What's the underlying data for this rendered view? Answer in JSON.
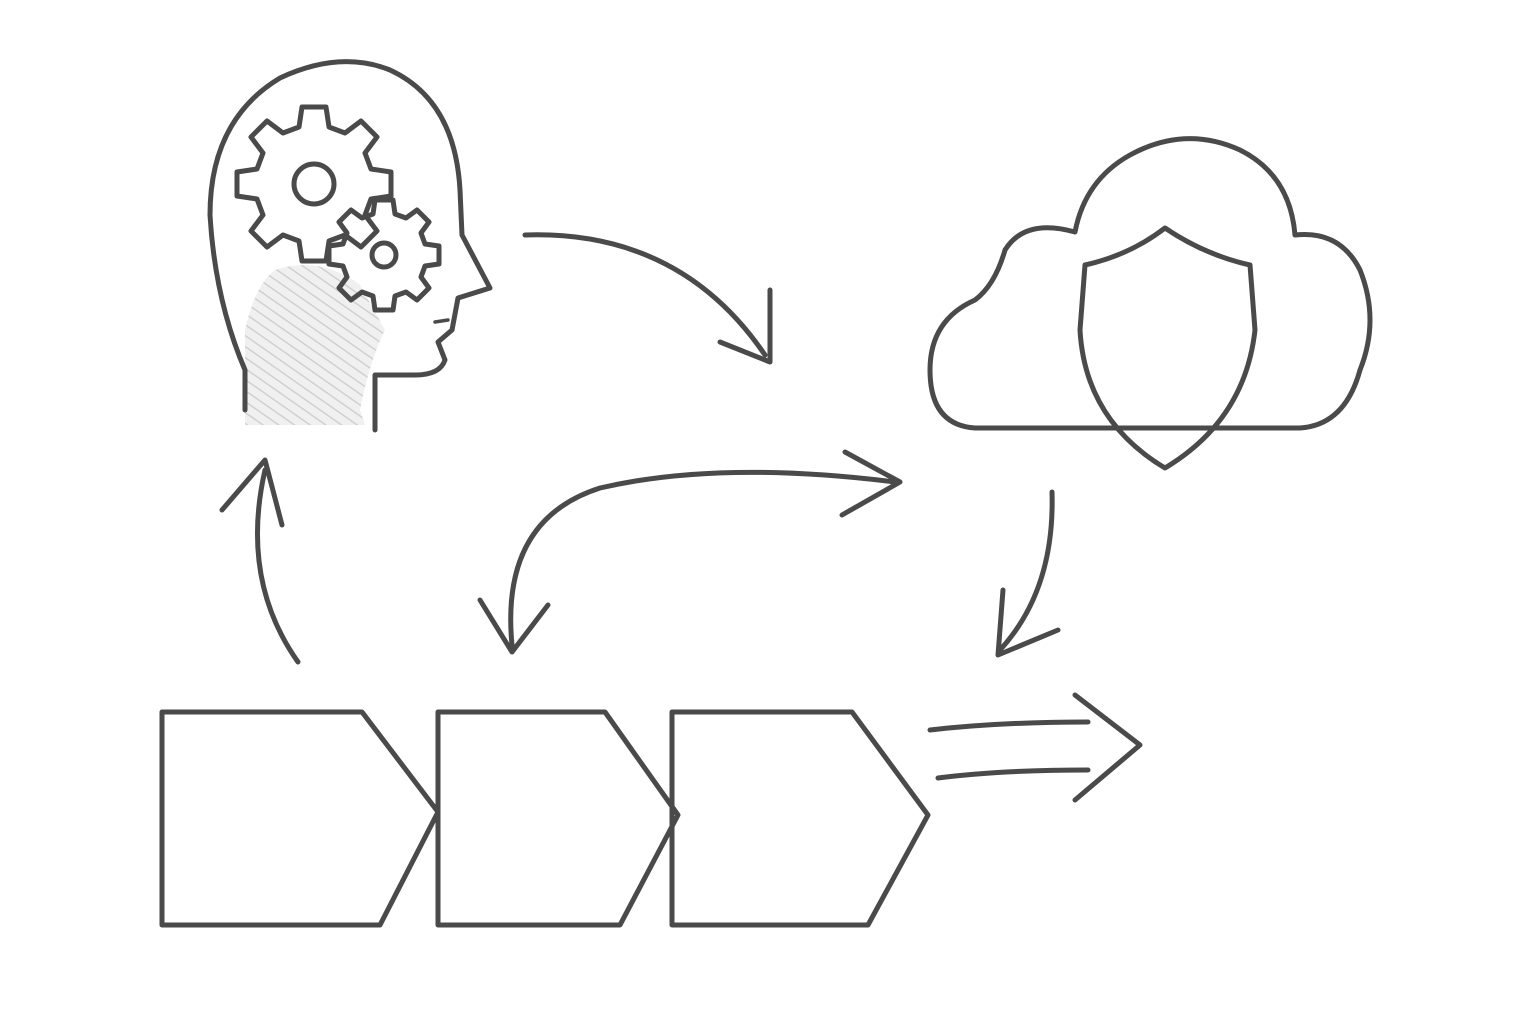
{
  "diagram": {
    "nodes": [
      {
        "id": "thinking-head",
        "icon": "head-with-gears-icon"
      },
      {
        "id": "secure-cloud",
        "icon": "cloud-shield-icon"
      },
      {
        "id": "process-step-1",
        "icon": "chevron-block-icon"
      },
      {
        "id": "process-step-2",
        "icon": "chevron-block-icon"
      },
      {
        "id": "process-step-3",
        "icon": "chevron-block-icon"
      }
    ],
    "edges": [
      {
        "from": "thinking-head",
        "to": "secure-cloud"
      },
      {
        "from": "process-step-1",
        "to": "thinking-head"
      },
      {
        "from": "process-step-2",
        "to": "secure-cloud",
        "bidirectional": true
      },
      {
        "from": "secure-cloud",
        "to": "process-output"
      },
      {
        "from": "process-step-3",
        "to": "process-output"
      }
    ],
    "style": {
      "stroke_color": "#4a4a4a",
      "fill_color": "#d9d9d9",
      "background": "#ffffff"
    }
  }
}
